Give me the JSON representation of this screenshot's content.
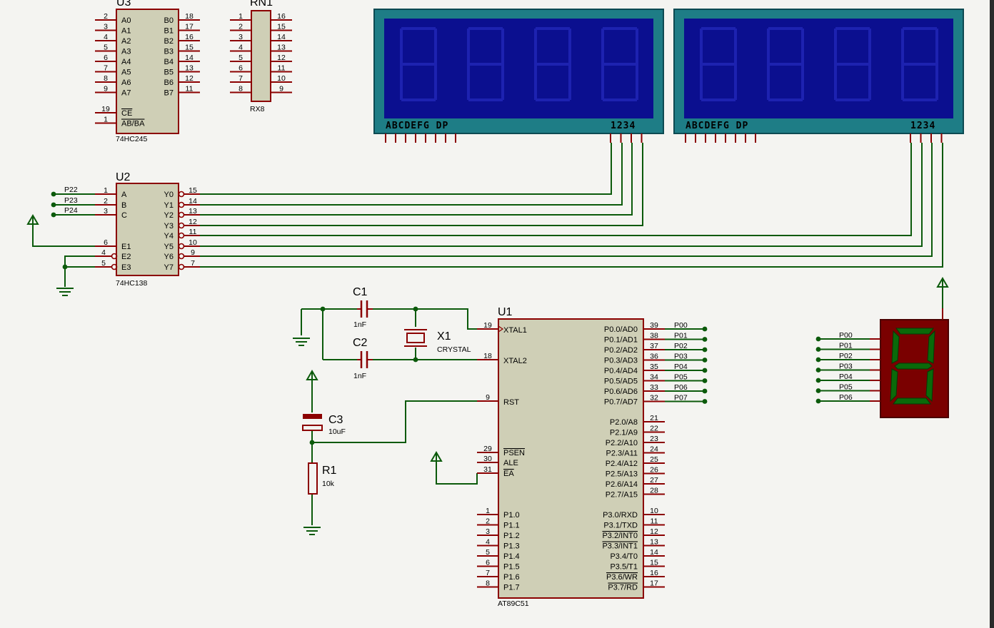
{
  "colors": {
    "wire": "#0b5a0b",
    "pin": "#8b0000",
    "body": "#cfcfb6",
    "bodyStroke": "#8b0000",
    "lcdFrame": "#1e7d86",
    "lcdGlass": "#0b0f8f",
    "segDisplay": "#7a0000",
    "segLit": "#0a6a0a"
  },
  "u3": {
    "ref": "U3",
    "part": "74HC245",
    "left": [
      {
        "num": "2",
        "lbl": "A0"
      },
      {
        "num": "3",
        "lbl": "A1"
      },
      {
        "num": "4",
        "lbl": "A2"
      },
      {
        "num": "5",
        "lbl": "A3"
      },
      {
        "num": "6",
        "lbl": "A4"
      },
      {
        "num": "7",
        "lbl": "A5"
      },
      {
        "num": "8",
        "lbl": "A6"
      },
      {
        "num": "9",
        "lbl": "A7"
      }
    ],
    "right": [
      {
        "num": "18",
        "lbl": "B0"
      },
      {
        "num": "17",
        "lbl": "B1"
      },
      {
        "num": "16",
        "lbl": "B2"
      },
      {
        "num": "15",
        "lbl": "B3"
      },
      {
        "num": "14",
        "lbl": "B4"
      },
      {
        "num": "13",
        "lbl": "B5"
      },
      {
        "num": "12",
        "lbl": "B6"
      },
      {
        "num": "11",
        "lbl": "B7"
      }
    ],
    "ctrl": [
      {
        "num": "19",
        "lbl": "CE"
      },
      {
        "num": "1",
        "lbl": "AB/BA"
      }
    ]
  },
  "rn1": {
    "ref": "RN1",
    "part": "RX8",
    "left": [
      "1",
      "2",
      "3",
      "4",
      "5",
      "6",
      "7",
      "8"
    ],
    "right": [
      "16",
      "15",
      "14",
      "13",
      "12",
      "11",
      "10",
      "9"
    ]
  },
  "lcd": {
    "segLabel": "ABCDEFG DP",
    "digLabel": "1234"
  },
  "u2": {
    "ref": "U2",
    "part": "74HC138",
    "left": [
      {
        "num": "1",
        "lbl": "A",
        "net": "P22"
      },
      {
        "num": "2",
        "lbl": "B",
        "net": "P23"
      },
      {
        "num": "3",
        "lbl": "C",
        "net": "P24"
      },
      {
        "num": "6",
        "lbl": "E1"
      },
      {
        "num": "4",
        "lbl": "E2"
      },
      {
        "num": "5",
        "lbl": "E3"
      }
    ],
    "right": [
      {
        "num": "15",
        "lbl": "Y0"
      },
      {
        "num": "14",
        "lbl": "Y1"
      },
      {
        "num": "13",
        "lbl": "Y2"
      },
      {
        "num": "12",
        "lbl": "Y3"
      },
      {
        "num": "11",
        "lbl": "Y4"
      },
      {
        "num": "10",
        "lbl": "Y5"
      },
      {
        "num": "9",
        "lbl": "Y6"
      },
      {
        "num": "7",
        "lbl": "Y7"
      }
    ]
  },
  "c1": {
    "ref": "C1",
    "val": "1nF"
  },
  "c2": {
    "ref": "C2",
    "val": "1nF"
  },
  "x1": {
    "ref": "X1",
    "val": "CRYSTAL"
  },
  "c3": {
    "ref": "C3",
    "val": "10uF"
  },
  "r1": {
    "ref": "R1",
    "val": "10k"
  },
  "u1": {
    "ref": "U1",
    "part": "AT89C51",
    "xtal1": {
      "num": "19",
      "lbl": "XTAL1"
    },
    "xtal2": {
      "num": "18",
      "lbl": "XTAL2"
    },
    "rst": {
      "num": "9",
      "lbl": "RST"
    },
    "ctl": [
      {
        "num": "29",
        "lbl": "PSEN"
      },
      {
        "num": "30",
        "lbl": "ALE"
      },
      {
        "num": "31",
        "lbl": "EA"
      }
    ],
    "p1": [
      {
        "num": "1",
        "lbl": "P1.0"
      },
      {
        "num": "2",
        "lbl": "P1.1"
      },
      {
        "num": "3",
        "lbl": "P1.2"
      },
      {
        "num": "4",
        "lbl": "P1.3"
      },
      {
        "num": "5",
        "lbl": "P1.4"
      },
      {
        "num": "6",
        "lbl": "P1.5"
      },
      {
        "num": "7",
        "lbl": "P1.6"
      },
      {
        "num": "8",
        "lbl": "P1.7"
      }
    ],
    "p0": [
      {
        "num": "39",
        "lbl": "P0.0/AD0",
        "net": "P00"
      },
      {
        "num": "38",
        "lbl": "P0.1/AD1",
        "net": "P01"
      },
      {
        "num": "37",
        "lbl": "P0.2/AD2",
        "net": "P02"
      },
      {
        "num": "36",
        "lbl": "P0.3/AD3",
        "net": "P03"
      },
      {
        "num": "35",
        "lbl": "P0.4/AD4",
        "net": "P04"
      },
      {
        "num": "34",
        "lbl": "P0.5/AD5",
        "net": "P05"
      },
      {
        "num": "33",
        "lbl": "P0.6/AD6",
        "net": "P06"
      },
      {
        "num": "32",
        "lbl": "P0.7/AD7",
        "net": "P07"
      }
    ],
    "p2": [
      {
        "num": "21",
        "lbl": "P2.0/A8"
      },
      {
        "num": "22",
        "lbl": "P2.1/A9"
      },
      {
        "num": "23",
        "lbl": "P2.2/A10"
      },
      {
        "num": "24",
        "lbl": "P2.3/A11"
      },
      {
        "num": "25",
        "lbl": "P2.4/A12"
      },
      {
        "num": "26",
        "lbl": "P2.5/A13"
      },
      {
        "num": "27",
        "lbl": "P2.6/A14"
      },
      {
        "num": "28",
        "lbl": "P2.7/A15"
      }
    ],
    "p3": [
      {
        "num": "10",
        "lbl": "P3.0/RXD"
      },
      {
        "num": "11",
        "lbl": "P3.1/TXD"
      },
      {
        "num": "12",
        "lbl": "P3.2/INT0"
      },
      {
        "num": "13",
        "lbl": "P3.3/INT1"
      },
      {
        "num": "14",
        "lbl": "P3.4/T0"
      },
      {
        "num": "15",
        "lbl": "P3.5/T1"
      },
      {
        "num": "16",
        "lbl": "P3.6/WR"
      },
      {
        "num": "17",
        "lbl": "P3.7/RD"
      }
    ]
  },
  "seg7": {
    "nets": [
      "P00",
      "P01",
      "P02",
      "P03",
      "P04",
      "P05",
      "P06"
    ]
  }
}
